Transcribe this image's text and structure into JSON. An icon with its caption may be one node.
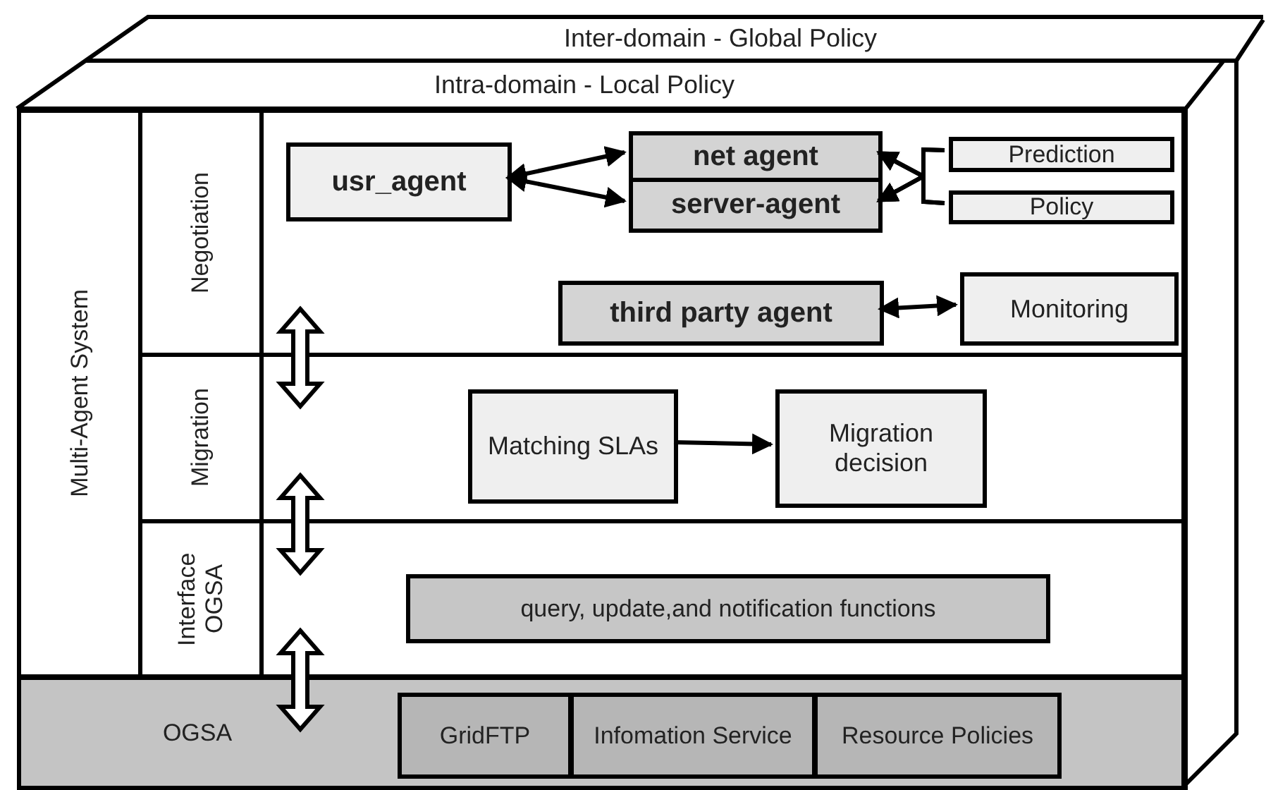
{
  "diagram": {
    "nodes": [
      {
        "text": [
          "Inter-domain - Global Policy"
        ]
      },
      {
        "text": [
          "Intra-domain - Local Policy"
        ]
      },
      {
        "text": [
          "Multi-Agent System"
        ]
      },
      {
        "text": [
          "Negotiation"
        ]
      },
      {
        "text": [
          "usr_agent"
        ],
        "in": 3
      },
      {
        "text": [
          "net agent"
        ],
        "in": 3
      },
      {
        "text": [
          "server-agent"
        ],
        "in": 3
      },
      {
        "text": [
          "Prediction"
        ],
        "in": 3
      },
      {
        "text": [
          "Policy"
        ],
        "in": 3
      },
      {
        "text": [
          "third party agent"
        ],
        "in": 3
      },
      {
        "text": [
          "Monitoring"
        ],
        "in": 3
      },
      {
        "text": [
          "Migration"
        ]
      },
      {
        "text": [
          "Matching SLAs"
        ],
        "in": 11
      },
      {
        "text": [
          "Migration decision"
        ],
        "in": 11
      },
      {
        "text": [
          "Interface OGSA"
        ]
      },
      {
        "text": [
          "query, update,and notification functions"
        ],
        "in": 14
      },
      {
        "text": [
          "OGSA"
        ]
      },
      {
        "text": [
          "GridFTP"
        ],
        "in": 16
      },
      {
        "text": [
          "Infomation Service"
        ],
        "in": 16
      },
      {
        "text": [
          "Resource Policies"
        ],
        "in": 16
      }
    ],
    "edges": [
      {
        "from": 4,
        "to": 5,
        "arrow": "both"
      },
      {
        "from": 4,
        "to": 6,
        "arrow": "both"
      },
      {
        "from": 7,
        "to": 5,
        "arrow": "to"
      },
      {
        "from": 7,
        "to": 6,
        "arrow": "to"
      },
      {
        "from": 8,
        "to": 5,
        "arrow": "to"
      },
      {
        "from": 8,
        "to": 6,
        "arrow": "to"
      },
      {
        "from": 9,
        "to": 10,
        "arrow": "both"
      },
      {
        "from": 12,
        "to": 13,
        "arrow": "to"
      },
      {
        "from": 3,
        "to": 11,
        "arrow": "both"
      },
      {
        "from": 11,
        "to": 14,
        "arrow": "both"
      },
      {
        "from": 14,
        "to": 16,
        "arrow": "both"
      }
    ]
  }
}
